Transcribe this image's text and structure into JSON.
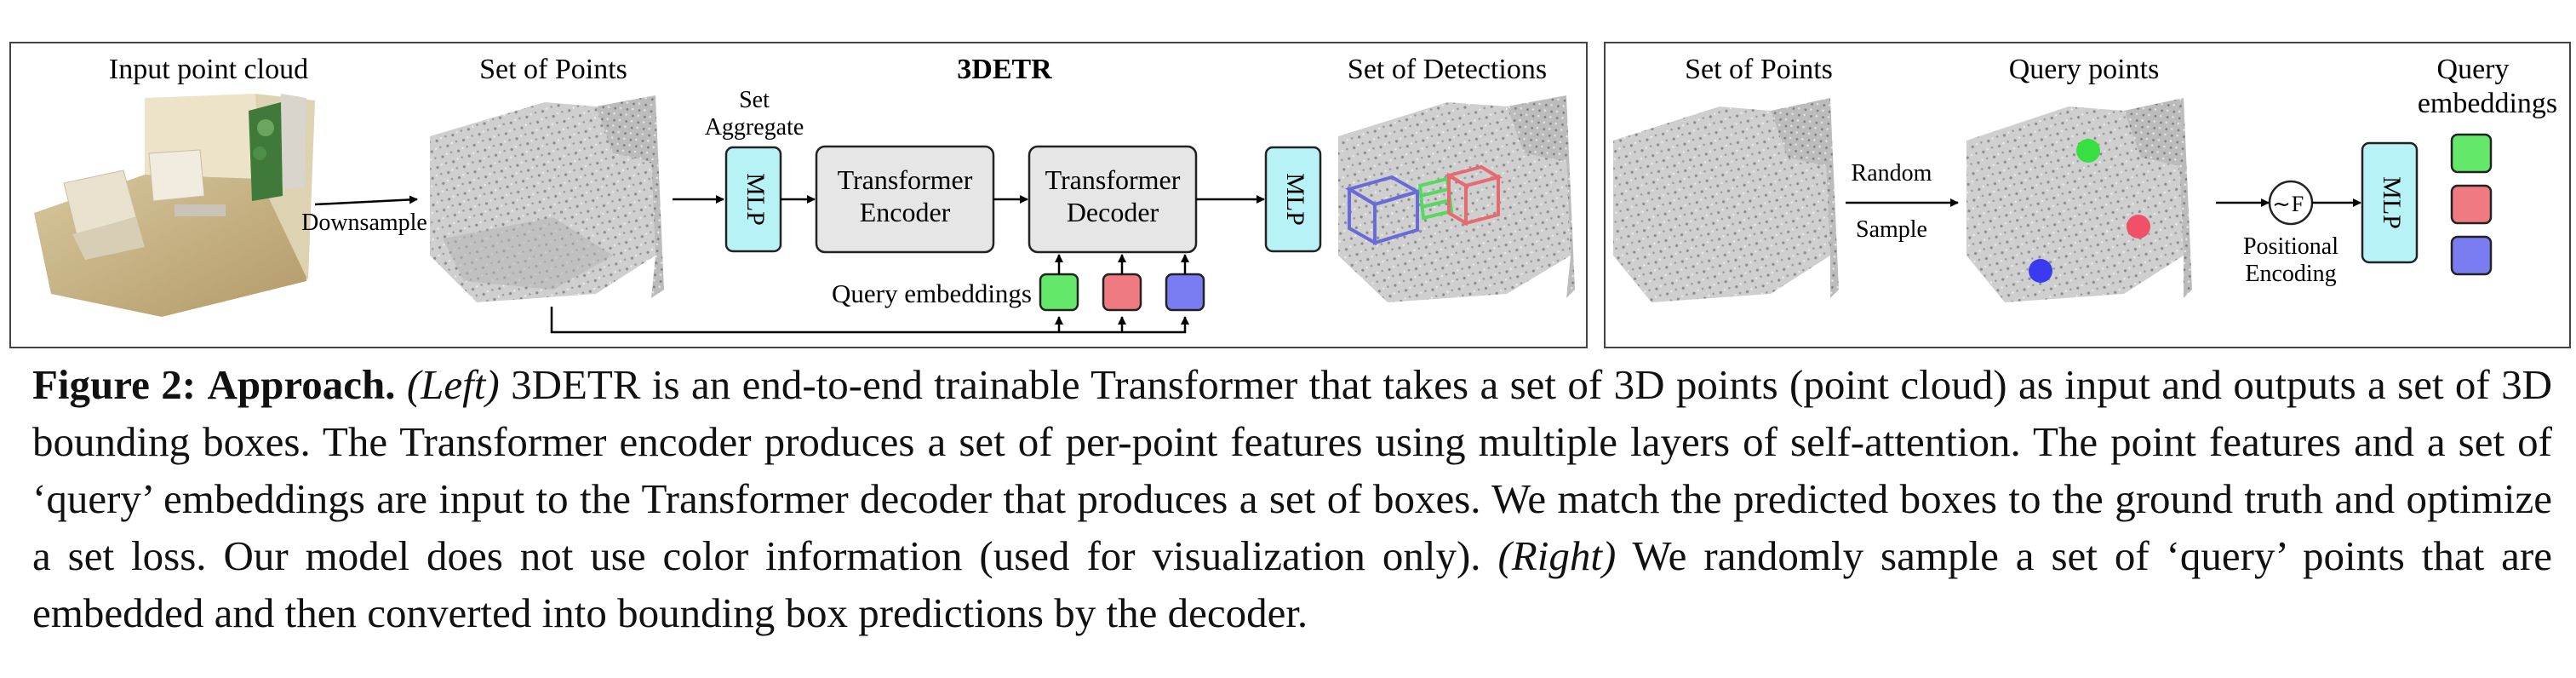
{
  "left_panel": {
    "title": "3DETR",
    "input_label": "Input point cloud",
    "points_label": "Set of Points",
    "detections_label": "Set of Detections",
    "downsample": "Downsample",
    "set_aggregate_line1": "Set",
    "set_aggregate_line2": "Aggregate",
    "mlp1": "MLP",
    "encoder_line1": "Transformer",
    "encoder_line2": "Encoder",
    "decoder_line1": "Transformer",
    "decoder_line2": "Decoder",
    "mlp2": "MLP",
    "query_embeddings": "Query embeddings"
  },
  "right_panel": {
    "points_label": "Set of Points",
    "query_points_label": "Query points",
    "query_embeddings_line1": "Query",
    "query_embeddings_line2": "embeddings",
    "random": "Random",
    "sample": "Sample",
    "fourier": "F",
    "positional": "Positional",
    "encoding": "Encoding",
    "mlp": "MLP"
  },
  "colors": {
    "mlp_fill": "#b7f2f7",
    "block_fill": "#e6e6e6",
    "green": "#63e86a",
    "red": "#f07a82",
    "blue": "#7a7cf2",
    "dot_green": "#35e040",
    "dot_red": "#f05068",
    "dot_blue": "#3a3af0"
  },
  "caption": {
    "fig_label": "Figure 2:",
    "heading": "Approach.",
    "left_tag": "(Left)",
    "text1": "3DETR is an end-to-end trainable Transformer that takes a set of 3D points (point cloud) as input and outputs a set of 3D bounding boxes. The Transformer encoder produces a set of per-point features using multiple layers of self-attention. The point features and a set of ‘query’ embeddings are input to the Transformer decoder that produces a set of boxes. We match the predicted boxes to the ground truth and optimize a set loss. Our model does not use color information (used for visualization only).",
    "right_tag": "(Right)",
    "text2": "We randomly sample a set of ‘query’ points that are embedded and then converted into bounding box predictions by the decoder."
  }
}
